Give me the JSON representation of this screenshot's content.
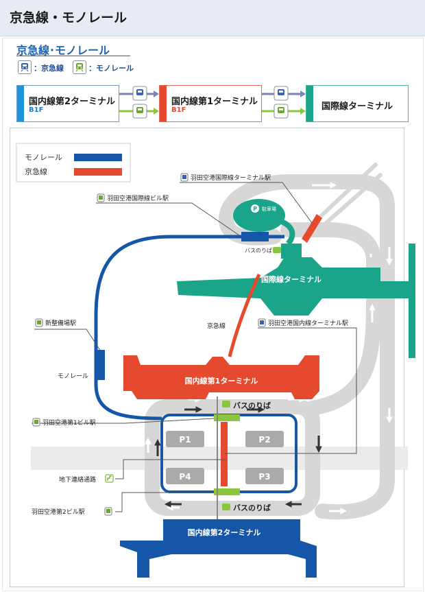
{
  "header": {
    "title": "京急線・モノレール"
  },
  "section": {
    "title": "京急線･モノレール"
  },
  "key": {
    "keikyu_label": "：京急線",
    "monorail_label": "：モノレール"
  },
  "terminals": {
    "t2": {
      "name": "国内線第2ターミナル",
      "floor": "B1F"
    },
    "t1": {
      "name": "国内線第1ターミナル",
      "floor": "B1F"
    },
    "intl": {
      "name": "国際線ターミナル"
    }
  },
  "colors": {
    "monorail": "#1556a8",
    "keikyu": "#e64a2e",
    "green": "#8cc63f",
    "intl": "#1aa58a",
    "gray_track": "#d7d7d7",
    "accent_t2": "#1b95d8"
  },
  "map": {
    "legend": {
      "monorail": "モノレール",
      "keikyu": "京急線"
    },
    "stations": {
      "intl_keikyu": "羽田空港国際線ターミナル駅",
      "intl_monorail": "羽田空港国際線ビル駅",
      "seibi": "新整備場駅",
      "t1_monorail": "羽田空港第1ビル駅",
      "domestic_keikyu": "羽田空港国内線ターミナル駅",
      "t2_monorail": "羽田空港第2ビル駅"
    },
    "labels": {
      "parking": "駐車場",
      "parking_symbol": "P",
      "bus_top": "バスのりば",
      "bus_mid": "バスのりば",
      "bus_bottom": "バスのりば",
      "intl_terminal": "国際線ターミナル",
      "t1_terminal": "国内線第1ターミナル",
      "t2_terminal": "国内線第2ターミナル",
      "keikyu_line": "京急線",
      "monorail_line": "モノレール",
      "underground": "地下連絡通路"
    },
    "parking_lots": [
      "P1",
      "P2",
      "P4",
      "P3"
    ]
  }
}
